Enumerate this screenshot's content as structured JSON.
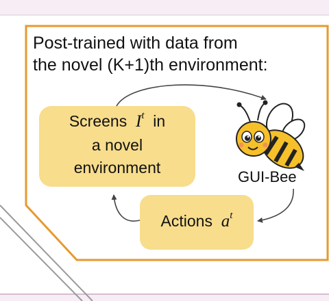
{
  "diagram": {
    "title_lines": [
      "Post-trained with data from",
      "the novel (K+1)th environment:"
    ],
    "screens_box": {
      "word": "Screens",
      "symbol": "I",
      "superscript": "t",
      "word_after": "in",
      "line2": "a novel",
      "line3": "environment"
    },
    "actions_box": {
      "word": "Actions",
      "symbol": "a",
      "superscript": "t"
    },
    "agent_label": "GUI-Bee",
    "icons": [
      "bee-icon"
    ],
    "colors": {
      "frame_orange": "#E69A2E",
      "box_fill": "#F7DD8C",
      "page_band": "#F6EEF4",
      "arrow": "#444444"
    }
  }
}
